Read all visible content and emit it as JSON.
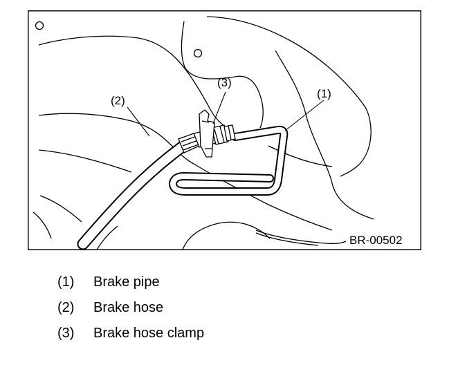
{
  "figure": {
    "callouts": [
      {
        "num": "(1)"
      },
      {
        "num": "(2)"
      },
      {
        "num": "(3)"
      }
    ],
    "code": "BR-00502"
  },
  "legend": [
    {
      "num": "(1)",
      "label": "Brake pipe"
    },
    {
      "num": "(2)",
      "label": "Brake hose"
    },
    {
      "num": "(3)",
      "label": "Brake hose clamp"
    }
  ]
}
